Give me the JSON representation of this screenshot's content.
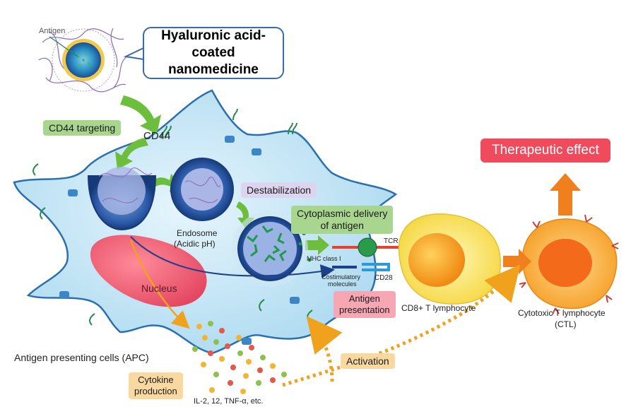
{
  "callout": {
    "line1": "Hyaluronic acid-coated",
    "line2": "nanomedicine"
  },
  "labels": {
    "antigen": "Antigen",
    "cd44": "CD44",
    "endosome": "Endosome",
    "acidic": "(Acidic pH)",
    "nucleus": "Nucleus",
    "mhc": "MHC class I",
    "tcr": "TCR",
    "costim_1": "Costimulatory",
    "costim_2": "molecules",
    "cd28": "CD28",
    "cd8": "CD8+ T lymphocyte",
    "ctl_1": "Cytotoxic T lymphocyte",
    "ctl_2": "(CTL)",
    "apc": "Antigen presenting cells (APC)",
    "cytokines": "IL-2, 12, TNF-α, etc."
  },
  "boxes": {
    "cd44_targeting": "CD44 targeting",
    "destabilization": "Destabilization",
    "cyto_1": "Cytoplasmic delivery",
    "cyto_2": "of antigen",
    "antigen_pres_1": "Antigen",
    "antigen_pres_2": "presentation",
    "cytokine_1": "Cytokine",
    "cytokine_2": "production",
    "activation": "Activation",
    "therapeutic": "Therapeutic effect"
  },
  "colors": {
    "cell": "#bfe3f5",
    "cell_outline": "#2a6fb0",
    "nucleus": "#ee5f73",
    "t_cell_outer": "#fbe870",
    "t_cell_inner": "#f5a623",
    "arrow_green": "#6dbe3c",
    "arrow_orange": "#f07f1d"
  },
  "icons": [
    "receptor-icon",
    "hyaluronic-acid-chain-icon",
    "cytokine-dot-icon"
  ]
}
